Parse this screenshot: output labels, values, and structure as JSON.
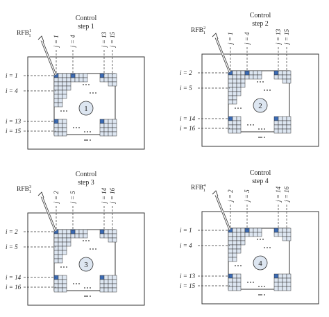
{
  "panels": [
    {
      "title": [
        "Control",
        "step 1"
      ],
      "rfb": {
        "base": "RFB",
        "sub": "1",
        "sup": "1"
      },
      "row_labels": [
        "i = 1",
        "i = 4",
        "i = 13",
        "i = 15"
      ],
      "col_labels": [
        "j = 1",
        "j = 4",
        "j = 13",
        "j = 15"
      ],
      "number": "1"
    },
    {
      "title": [
        "Control",
        "step 2"
      ],
      "rfb": {
        "base": "RFB",
        "sub": "1",
        "sup": "2"
      },
      "row_labels": [
        "i = 2",
        "i = 5",
        "i = 14",
        "i = 16"
      ],
      "col_labels": [
        "j = 1",
        "j = 4",
        "j = 13",
        "j = 15"
      ],
      "number": "2"
    },
    {
      "title": [
        "Control",
        "step 3"
      ],
      "rfb": {
        "base": "RFB",
        "sub": "1",
        "sup": "3"
      },
      "row_labels": [
        "i = 2",
        "i = 5",
        "i = 14",
        "i = 16"
      ],
      "col_labels": [
        "j = 2",
        "j = 5",
        "j = 14",
        "j = 16"
      ],
      "number": "3"
    },
    {
      "title": [
        "Control",
        "step 4"
      ],
      "rfb": {
        "base": "RFB",
        "sub": "1",
        "sup": "4"
      },
      "row_labels": [
        "i = 1",
        "i = 4",
        "i = 13",
        "i = 15"
      ],
      "col_labels": [
        "j = 2",
        "j = 5",
        "j = 14",
        "j = 16"
      ],
      "number": "4"
    }
  ],
  "colors": {
    "cell_fill": "#dde6f1",
    "cell_highlight": "#3b6bb5",
    "line": "#333333",
    "circle_fill": "#dde6f1"
  }
}
